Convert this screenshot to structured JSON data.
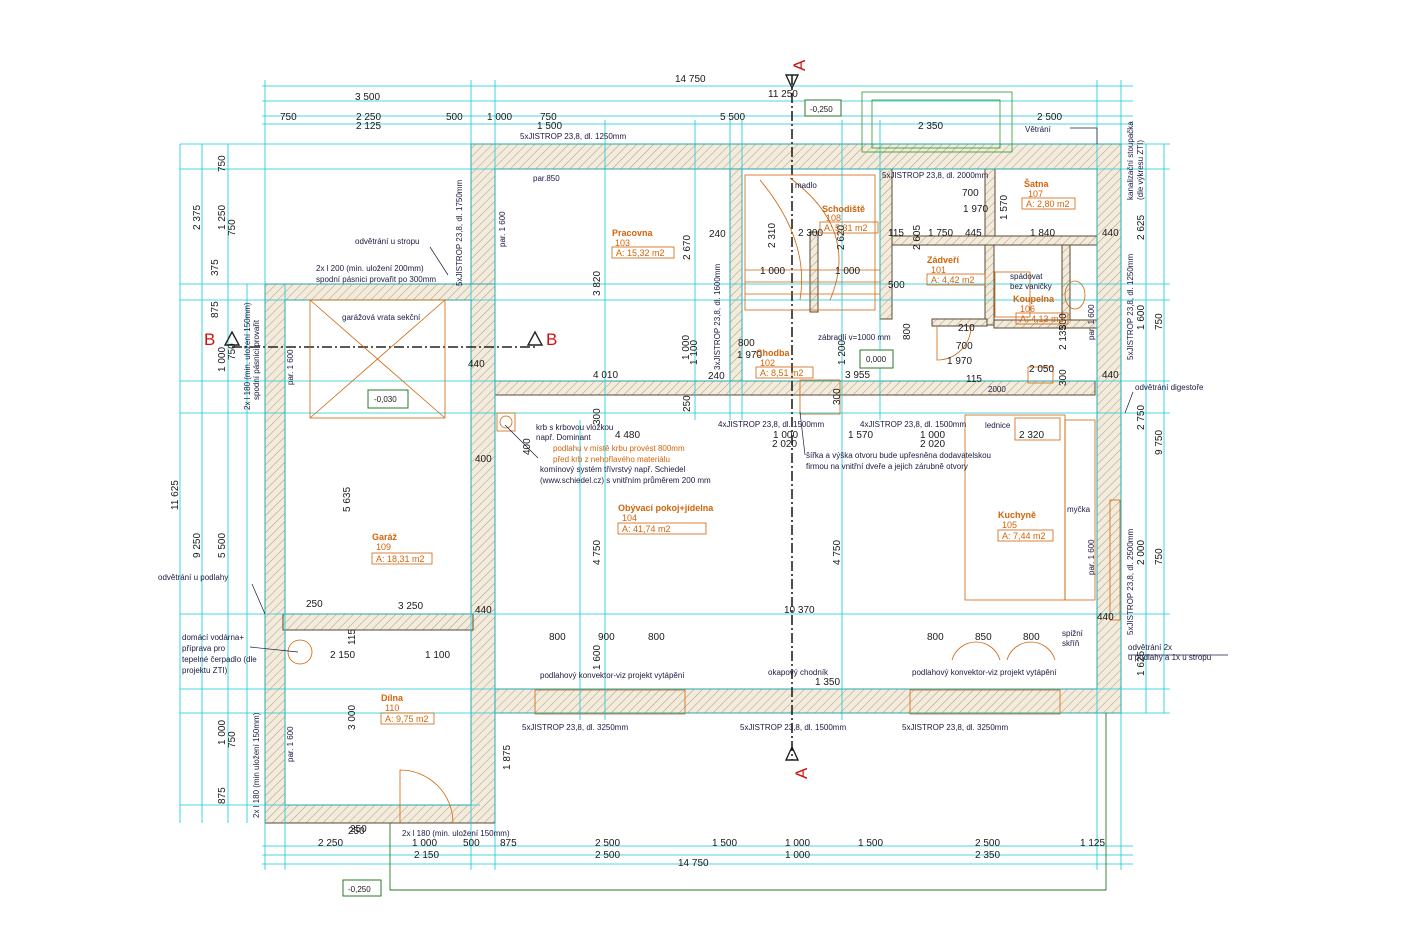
{
  "section_marks": {
    "a": "A",
    "b": "B"
  },
  "dims_top": {
    "overall": "14 750",
    "left_3500": "3 500",
    "right_11250": "11 250",
    "r3": [
      "750",
      "2 250",
      "500",
      "1 000",
      "750",
      "5 500",
      "2 500"
    ],
    "r4": [
      "2 125",
      "1 500",
      "2 350"
    ]
  },
  "dims_bottom": {
    "r1": [
      "2 250",
      "250",
      "1 000",
      "500",
      "875",
      "2 500",
      "1 500",
      "1 000",
      "1 500",
      "2 500",
      "1 125"
    ],
    "r2": [
      "2 150",
      "2 500",
      "1 000",
      "2 350"
    ],
    "overall": "14 750"
  },
  "dims_left": {
    "overall": "11 625",
    "upper": [
      "2 375",
      "375",
      "875",
      "1 000",
      "750"
    ],
    "mid": [
      "9 250",
      "5 500",
      "750",
      "1 000",
      "875"
    ],
    "col3": [
      "750",
      "1 250",
      "750"
    ]
  },
  "dims_right": {
    "overall": "9 750",
    "upper": [
      "2 625",
      "750",
      "1 600"
    ],
    "lower": [
      "2 750",
      "2 000",
      "750",
      "1 625"
    ]
  },
  "inner_dims": {
    "pracovna_h": "3 820",
    "pracovna_w": "4 010",
    "v2670": "2 670",
    "d240a": "240",
    "d240b": "240",
    "d2310": "2 310",
    "d2300": "2 300",
    "d1000a": "1 000",
    "d1000b": "1 000",
    "d1000c": "1 000",
    "d2620": "2 620",
    "d115a": "115",
    "d2605": "2 605",
    "d1750": "1 750",
    "d445": "445",
    "d1840": "1 840",
    "d440a": "440",
    "d700a": "700",
    "d1970a": "1 970",
    "d1570": "1 570",
    "d500": "500",
    "d800a": "800",
    "d800b": "800",
    "d1970b": "1 970",
    "d1200": "1 200",
    "d3955": "3 955",
    "d210": "210",
    "d700b": "700",
    "d1970c": "1 970",
    "d2135": "2 135",
    "d2050": "2 050",
    "d300a": "300",
    "d300b": "300",
    "d300c": "300",
    "d115b": "115",
    "d440b": "440",
    "d440c": "440",
    "d4480": "4 480",
    "d1000d": "1 000",
    "d1570b": "1 570",
    "d1000e": "1 000",
    "d2020a": "2 020",
    "d2020b": "2 020",
    "d2320": "2 320",
    "d250a": "250",
    "d400": "400",
    "d400b": "400",
    "d4750a": "4 750",
    "d4750b": "4 750",
    "d5635": "5 635",
    "d250b": "250",
    "d3250": "3 250",
    "d440d": "440",
    "d10370": "10 370",
    "d440e": "440",
    "d2150": "2 150",
    "d1100": "1 100",
    "d115c": "115",
    "d3000": "3 000",
    "d1875": "1 875",
    "d800c": "800",
    "d900": "900",
    "d800d": "800",
    "d800e": "800",
    "d850": "850",
    "d800f": "800",
    "d1350": "1 350",
    "d1600": "1 600",
    "d1100b": "1 100",
    "d1000f": "1 000",
    "d250c": "250",
    "d300d": "300"
  },
  "rooms": [
    {
      "name": "Pracovna",
      "num": "103",
      "area": "A: 15,32 m2"
    },
    {
      "name": "Schodiště",
      "num": "108",
      "area": "A: 5,31 m2"
    },
    {
      "name": "Šatna",
      "num": "107",
      "area": "A: 2,80 m2"
    },
    {
      "name": "Zádveří",
      "num": "101",
      "area": "A: 4,42 m2"
    },
    {
      "name": "Koupelna",
      "num": "106",
      "area": "A: 4,13 m2"
    },
    {
      "name": "Chodba",
      "num": "102",
      "area": "A: 8,51 m2"
    },
    {
      "name": "Garáž",
      "num": "109",
      "area": "A: 18,31 m2"
    },
    {
      "name": "Obývací pokoj+jídelna",
      "num": "104",
      "area": "A: 41,74 m2"
    },
    {
      "name": "Kuchyně",
      "num": "105",
      "area": "A: 7,44 m2"
    },
    {
      "name": "Dílna",
      "num": "110",
      "area": "A: 9,75 m2"
    }
  ],
  "levels": {
    "top": "-0,250",
    "garage": "-0,030",
    "hall": "0,000",
    "bottom": "-0,250"
  },
  "notes": {
    "jistrop_top": "5xJISTROP 23,8, dl. 1250mm",
    "jistrop_top2": "5xJISTROP 23,8, dl. 2000mm",
    "jistrop_left": "5xJISTROP 23,8, dl. 1750mm",
    "jistrop_mid": "3xJISTROP 23,8, dl. 1600mm",
    "jistrop_4a": "4xJISTROP 23,8, dl. 1500mm",
    "jistrop_4b": "4xJISTROP 23,8, dl. 1500mm",
    "jistrop_right1": "5xJISTROP 23,8, dl. 1250mm",
    "jistrop_right2": "5xJISTROP 23,8, dl. 2500mm",
    "jistrop_bot1": "5xJISTROP 23,8, dl. 3250mm",
    "jistrop_bot2": "5xJISTROP 23,8, dl. 1500mm",
    "jistrop_bot3": "5xJISTROP 23,8, dl. 3250mm",
    "par850": "par.850",
    "par1600a": "par. 1 600",
    "par1600b": "par. 1 600",
    "par1600c": "par. 1 600",
    "par1600d": "par. 1 600",
    "par1600e": "par. 1 600",
    "odvetrani_ustropu": "odvětrání u stropu",
    "lintel1": "2x l 200 (min. uložení 200mm)",
    "lintel2": "spodní pásnici provařit po 300mm",
    "garazova_vrata": "garážová vrata sekční",
    "lintel_garage1": "2x l 180 (min. uložení 150mm)",
    "lintel_garage2": "spodní pásnici provařit",
    "odvetrani_upodlahy": "odvětrání  u podlahy",
    "domaci_vodarna": [
      "domácí vodárna+",
      "příprava pro",
      "tepelné čerpadlo (dle",
      "projektu ZTI)"
    ],
    "lintel_bottom": "2x l 180 (min. uložení 150mm)",
    "lintel_left_bottom": "2x l 180 (min uložení 150mm)",
    "madlo": "madlo",
    "vetrani": "Větrání",
    "kanalizace": [
      "kanalizační stoupačka",
      "(dle výkresu ZTI)"
    ],
    "spadovat": [
      "spádovat",
      "bez vaničky"
    ],
    "zabradli": "zábradlí v=1000 mm",
    "odvetrani_digestore": "odvětrání digestoře",
    "lednice": "lednice",
    "krb": [
      "krb s krbovou vložkou",
      "např. Dominant"
    ],
    "krb_orange": [
      "podlahu v místě krbu provést 800mm",
      "před krb z nehořlavého materiálu"
    ],
    "komin": [
      "komínový systém třívrstvý např. Schiedel",
      "(www.schiedel.cz) s vnitřním průměrem 200 mm"
    ],
    "sirka": [
      "šířka a výška otvoru bude upřesněna dodavatelskou",
      "firmou na vnitřní dveře a jejich zárubně otvory"
    ],
    "mycka": "myčka",
    "spizni": [
      "spižní",
      "skříň"
    ],
    "konvektor1": "podlahový konvektor-viz projekt vytápění",
    "konvektor2": "podlahový konvektor-viz projekt vytápění",
    "okap": [
      "okapový chodník"
    ],
    "odvetrani_2x": [
      "odvětrání 2x",
      "u podlahy a 1x u stropu"
    ],
    "label_2000": "2000"
  }
}
